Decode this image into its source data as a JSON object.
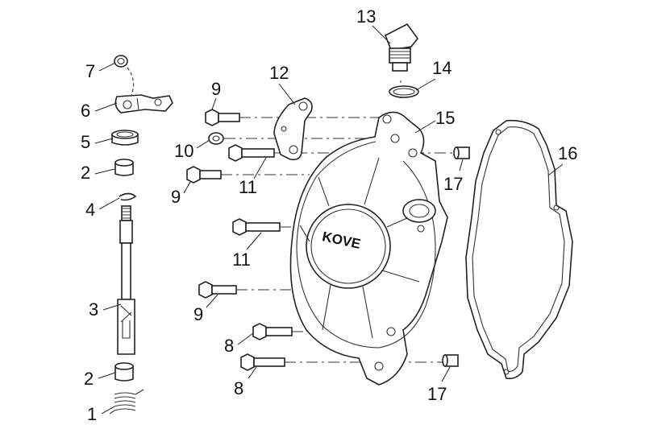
{
  "diagram": {
    "brand_logo": "KOVE",
    "callouts": {
      "c1": "1",
      "c2a": "2",
      "c2b": "2",
      "c3": "3",
      "c4": "4",
      "c5": "5",
      "c6": "6",
      "c7": "7",
      "c8a": "8",
      "c8b": "8",
      "c9a": "9",
      "c9b": "9",
      "c9c": "9",
      "c10": "10",
      "c11a": "11",
      "c11b": "11",
      "c12": "12",
      "c13": "13",
      "c14": "14",
      "c15": "15",
      "c16": "16",
      "c17a": "17",
      "c17b": "17"
    }
  }
}
